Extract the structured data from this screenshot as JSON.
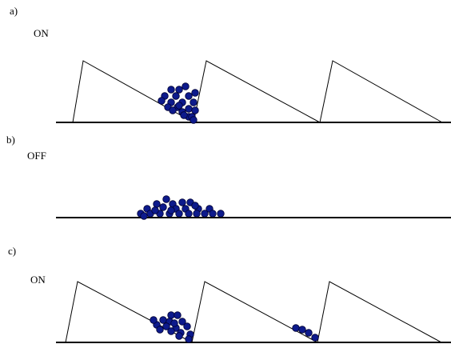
{
  "panels": [
    {
      "label": "a)",
      "state": "ON",
      "potential": "ratchet",
      "particles_pile_count": 22,
      "stray_particles_count": 0
    },
    {
      "label": "b)",
      "state": "OFF",
      "potential": "flat",
      "particles_pile_count": 25,
      "stray_particles_count": 0
    },
    {
      "label": "c)",
      "state": "ON",
      "potential": "ratchet",
      "particles_pile_count": 17,
      "stray_particles_count": 4
    }
  ],
  "colors": {
    "particle": "#0d1a8c",
    "line": "#000000",
    "background": "#ffffff"
  }
}
